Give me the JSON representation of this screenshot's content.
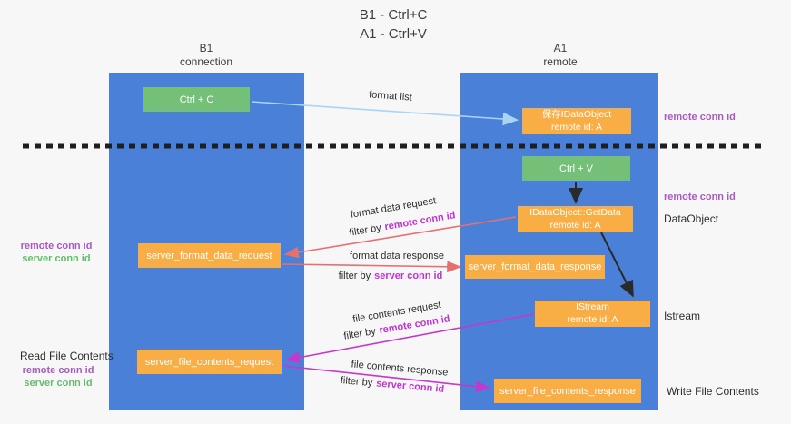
{
  "title": {
    "line1": "B1 - Ctrl+C",
    "line2": "A1 - Ctrl+V"
  },
  "columns": {
    "left": {
      "name": "B1",
      "role": "connection"
    },
    "right": {
      "name": "A1",
      "role": "remote"
    }
  },
  "boxes": {
    "ctrl_c": "Ctrl + C",
    "ctrl_v": "Ctrl + V",
    "save_dataobject_line1": "保存IDataObject",
    "save_dataobject_line2": "remote id: A",
    "getdata_line1": "IDataObject::GetData",
    "getdata_line2": "remote id: A",
    "istream_line1": "IStream",
    "istream_line2": "remote id: A",
    "server_format_data_request": "server_format_data_request",
    "server_format_data_response": "server_format_data_response",
    "server_file_contents_request": "server_file_contents_request",
    "server_file_contents_response": "server_file_contents_response"
  },
  "arrow_labels": {
    "format_list": "format list",
    "format_data_request": "format data request",
    "format_data_response": "format data response",
    "file_contents_request": "file contents request",
    "file_contents_response": "file contents response",
    "filter_by": "filter by",
    "remote_conn_id": "remote conn id",
    "server_conn_id": "server conn id"
  },
  "side_labels": {
    "remote_conn_id": "remote conn id",
    "server_conn_id": "server conn id",
    "dataobject": "DataObject",
    "istream": "Istream",
    "read_file_contents": "Read File Contents",
    "write_file_contents": "Write File Contents"
  },
  "colors": {
    "column_blue": "#4a80d8",
    "box_orange": "#f9ae45",
    "box_green": "#74c078",
    "arrow_red": "#e57070",
    "arrow_magenta": "#c438cc",
    "arrow_lightblue": "#a9d5f5",
    "arrow_black": "#2a2a2a",
    "label_purple": "#a85abe",
    "label_magenta": "#bd36cf",
    "label_green": "#64bd6a"
  }
}
